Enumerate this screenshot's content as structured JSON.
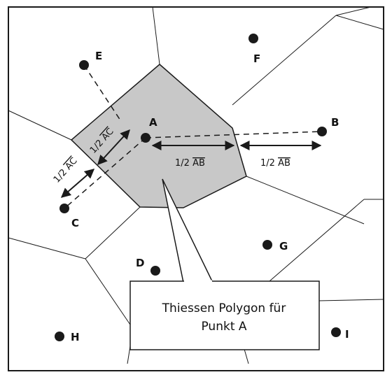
{
  "points": [
    {
      "id": "A",
      "label": "A"
    },
    {
      "id": "B",
      "label": "B"
    },
    {
      "id": "C",
      "label": "C"
    },
    {
      "id": "D",
      "label": "D"
    },
    {
      "id": "E",
      "label": "E"
    },
    {
      "id": "F",
      "label": "F"
    },
    {
      "id": "G",
      "label": "G"
    },
    {
      "id": "H",
      "label": "H"
    },
    {
      "id": "I",
      "label": "I"
    }
  ],
  "measures": {
    "half_ab_left": {
      "pre": "1/2 ",
      "seg": "AB"
    },
    "half_ab_right": {
      "pre": "1/2 ",
      "seg": "AB"
    },
    "half_ac_upper": {
      "pre": "1/2 ",
      "seg": "AC"
    },
    "half_ac_lower": {
      "pre": "1/2 ",
      "seg": "AC"
    }
  },
  "callout": {
    "line1": "Thiessen Polygon für",
    "line2": "Punkt A"
  },
  "colors": {
    "polygon_fill": "#c8c8c8",
    "stroke": "#1a1a1a",
    "background": "#ffffff"
  }
}
